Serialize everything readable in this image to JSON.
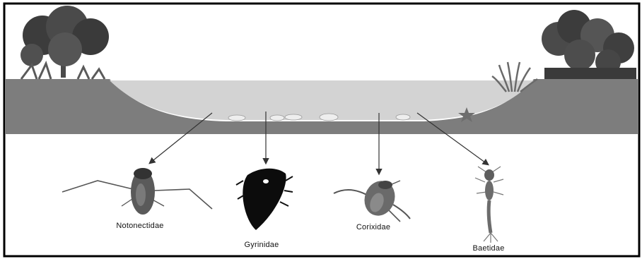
{
  "diagram": {
    "colors": {
      "border": "#000000",
      "soil": "#7d7d7d",
      "water": "#d2d2d2",
      "tree_dark": "#3a3a3a",
      "arrow": "#333333"
    },
    "organisms": [
      {
        "label": "Notonectidae",
        "icon": "backswimmer-icon"
      },
      {
        "label": "Gyrinidae",
        "icon": "whirligig-beetle-icon"
      },
      {
        "label": "Corixidae",
        "icon": "water-boatman-icon"
      },
      {
        "label": "Baetidae",
        "icon": "mayfly-nymph-icon"
      }
    ]
  }
}
